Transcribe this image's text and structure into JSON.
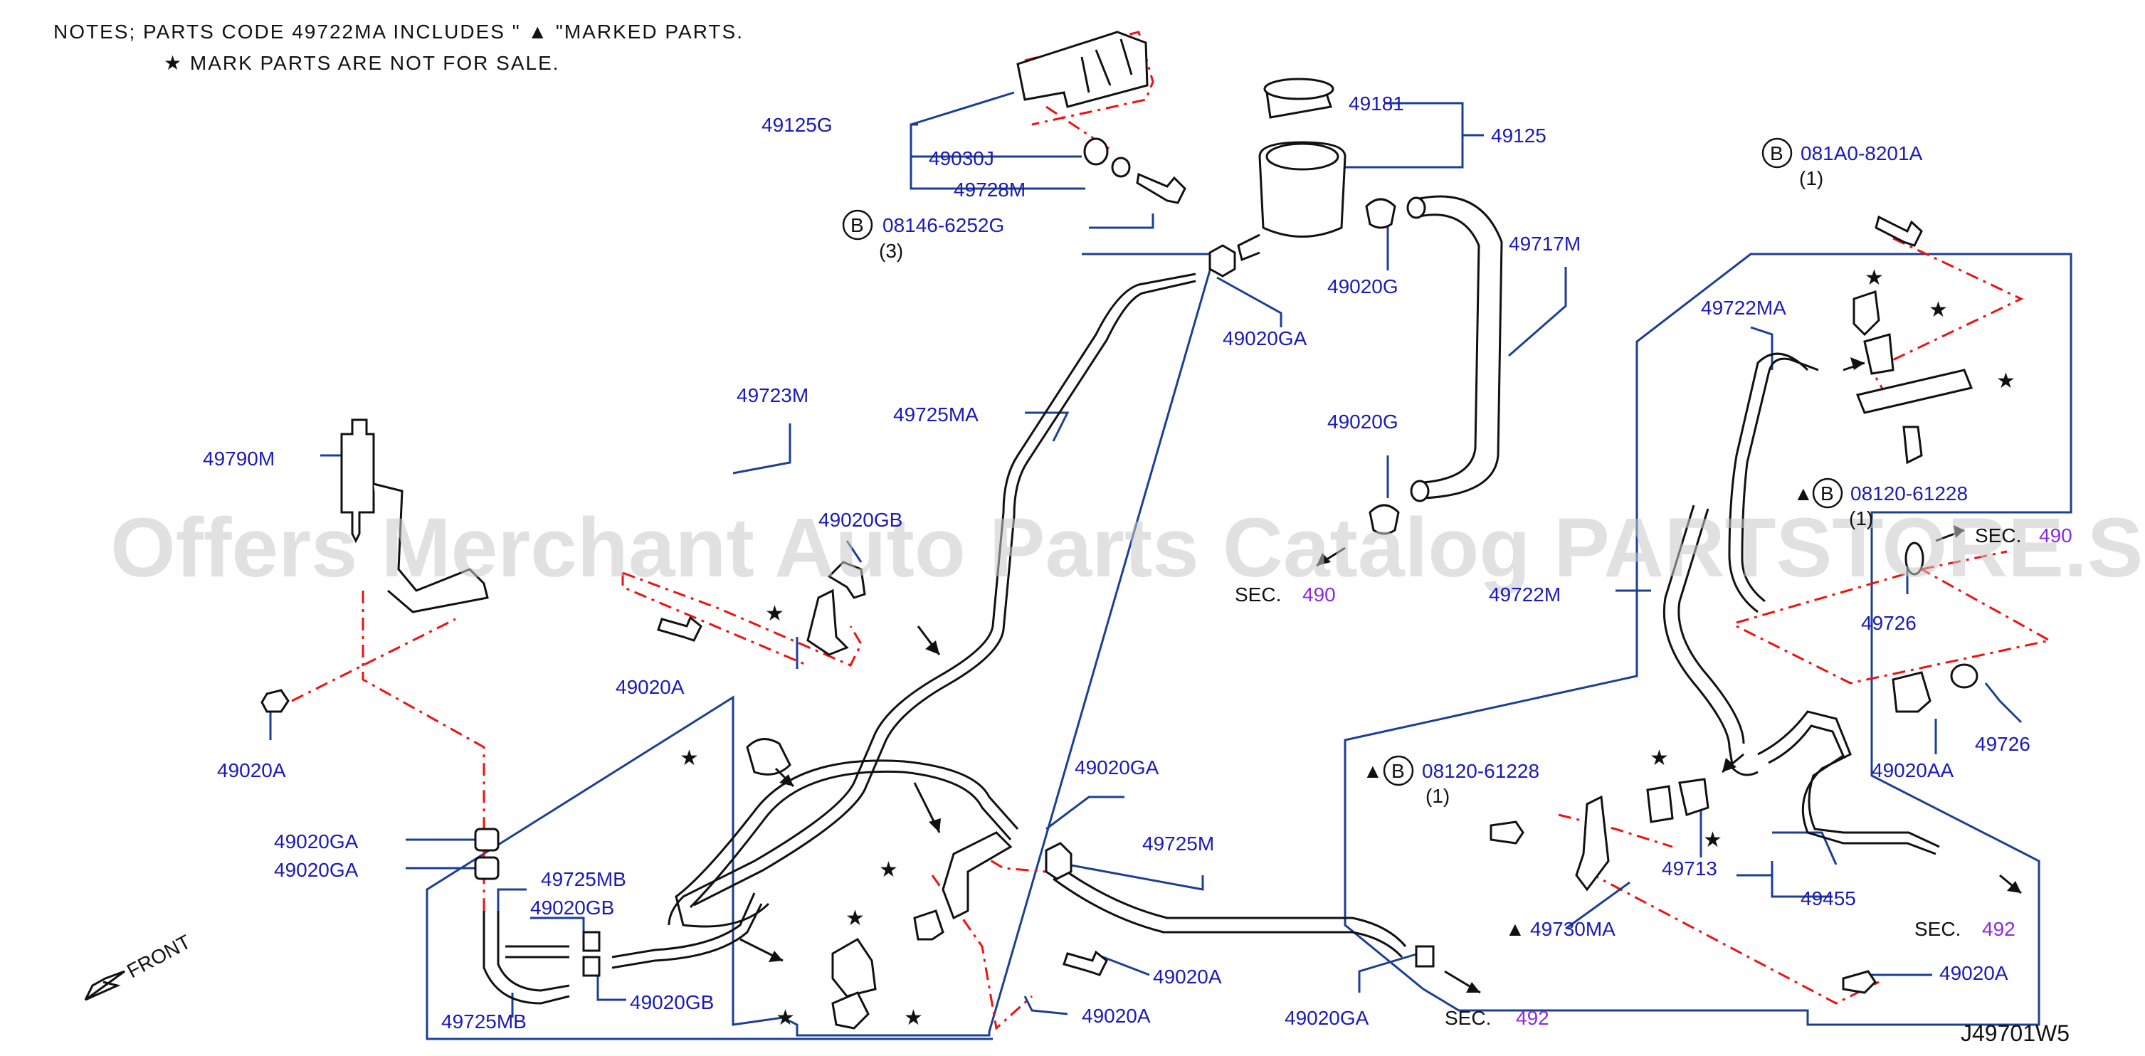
{
  "notes": {
    "line1": "NOTES;  PARTS  CODE       49722MA       INCLUDES  \"  ▲  \"MARKED  PARTS.",
    "line2": "★  MARK  PARTS  ARE  NOT  FOR  SALE."
  },
  "watermark": "Offers Merchant Auto Parts Catalog PARTSTORE.SA",
  "diagram_code": "J49701W5",
  "front_label": "FRONT",
  "bolt_circle_letter": "B",
  "star_glyph": "★",
  "triangle_glyph": "▲",
  "colors": {
    "label": "#1a1ab8",
    "leader": "#1c3f94",
    "centerline": "#e11111",
    "sec_number": "#8a2be2"
  },
  "parts": {
    "p49125G": "49125G",
    "p49030J": "49030J",
    "p49728M": "49728M",
    "p08146": "08146-6252G",
    "p08146_qty": "(3)",
    "p49181": "49181",
    "p49125": "49125",
    "p49020G_a": "49020G",
    "p49717M": "49717M",
    "p49020GA_top": "49020GA",
    "p081A0": "081A0-8201A",
    "p081A0_qty": "(1)",
    "p49722MA": "49722MA",
    "p49723M": "49723M",
    "p49725MA": "49725MA",
    "p49790M": "49790M",
    "p49020GB_top": "49020GB",
    "p49020G_b": "49020G",
    "p08120_r": "08120-61228",
    "p08120_r_qty": "(1)",
    "p49722M": "49722M",
    "p49726_a": "49726",
    "p49020A_mid": "49020A",
    "p49020A_left": "49020A",
    "p49020AA": "49020AA",
    "p49726_b": "49726",
    "p49020GA_m": "49020GA",
    "p08120_l": "08120-61228",
    "p08120_l_qty": "(1)",
    "p49020GA_l1": "49020GA",
    "p49020GA_l2": "49020GA",
    "p49725M": "49725M",
    "p49725MB_a": "49725MB",
    "p49020GB_a": "49020GB",
    "p49713": "49713",
    "p49455": "49455",
    "p49730MA": "49730MA",
    "p49020A_b1": "49020A",
    "p49020GB_b": "49020GB",
    "p49725MB_b": "49725MB",
    "p49020A_b2": "49020A",
    "p49020GA_b": "49020GA",
    "p49020A_br": "49020A"
  },
  "sections": {
    "sec_word": "SEC.",
    "sec490_a": "490",
    "sec490_b": "490",
    "sec492_a": "492",
    "sec492_b": "492"
  }
}
